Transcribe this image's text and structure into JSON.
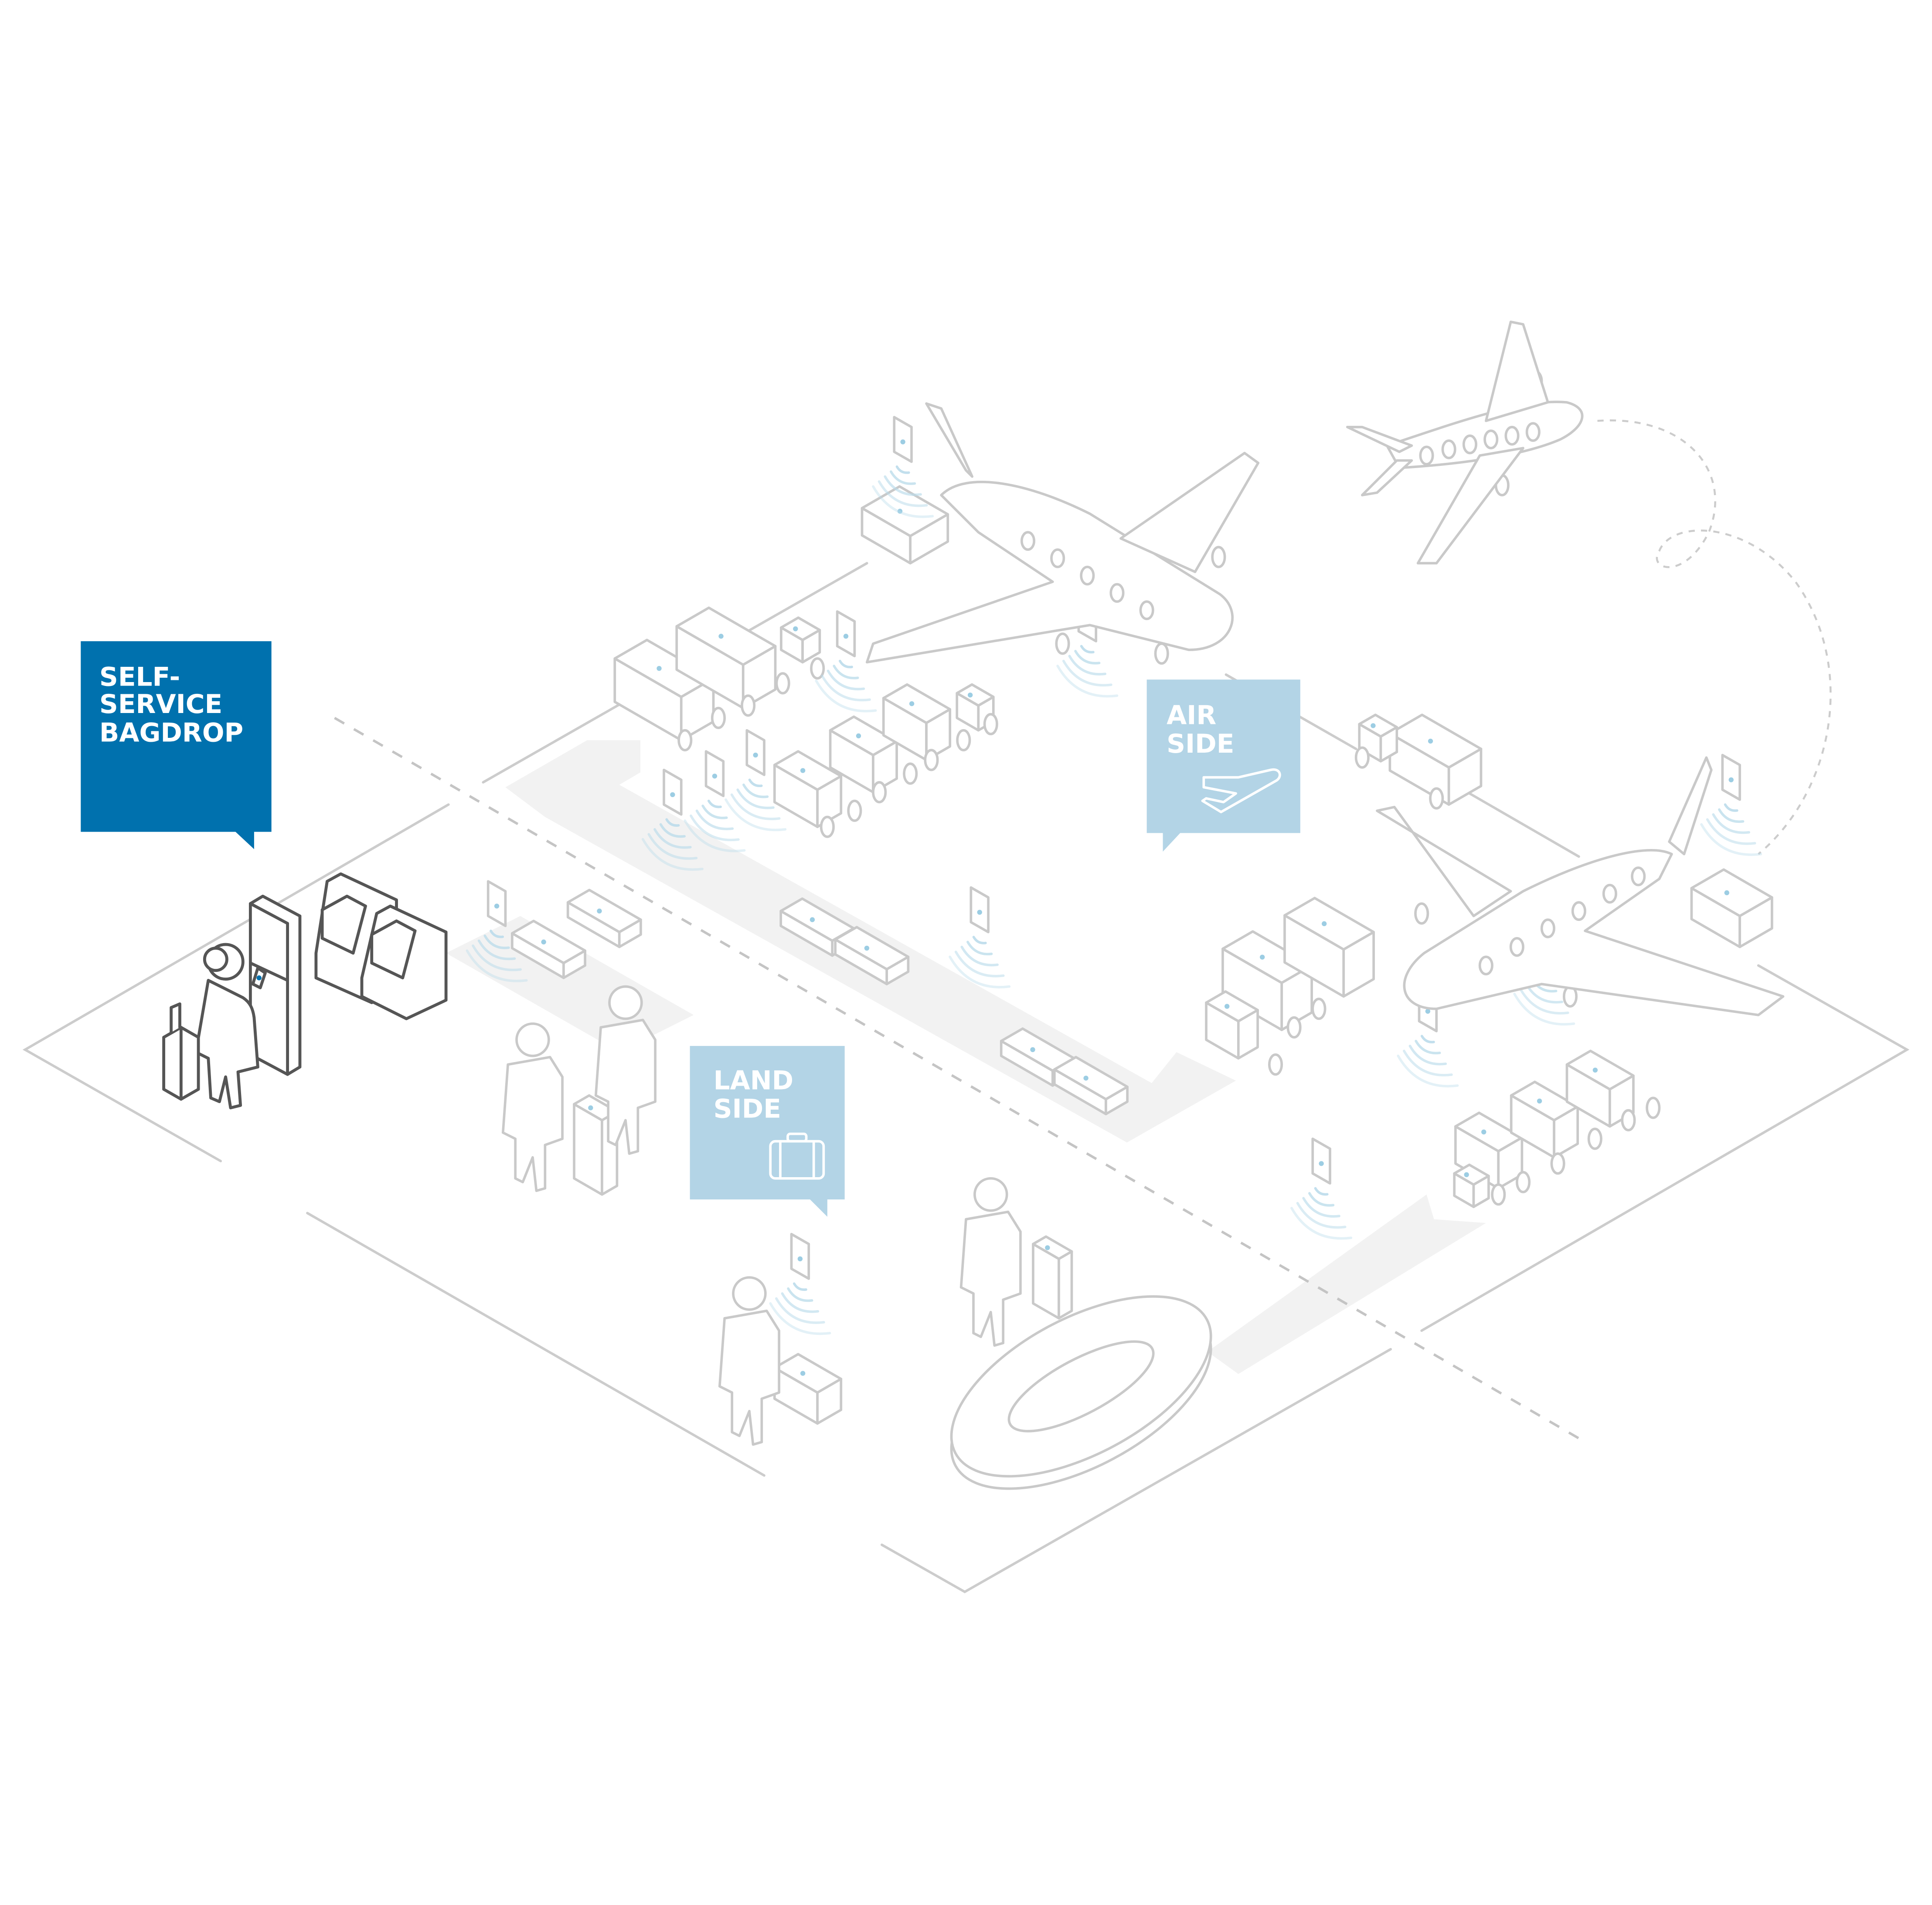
{
  "callouts": {
    "self_service": {
      "line1": "SELF-",
      "line2": "SERVICE",
      "line3": "BAGDROP",
      "color": "#0071ae"
    },
    "air_side": {
      "line1": "AIR",
      "line2": "SIDE",
      "icon": "airplane-takeoff-icon",
      "color": "#b3d4e6"
    },
    "land_side": {
      "line1": "LAND",
      "line2": "SIDE",
      "icon": "suitcase-icon",
      "color": "#b3d4e6"
    }
  },
  "colors": {
    "line": "#cccccc",
    "highlight": "#555555",
    "signal": "#b9dbea",
    "path": "#f2f2f2"
  }
}
